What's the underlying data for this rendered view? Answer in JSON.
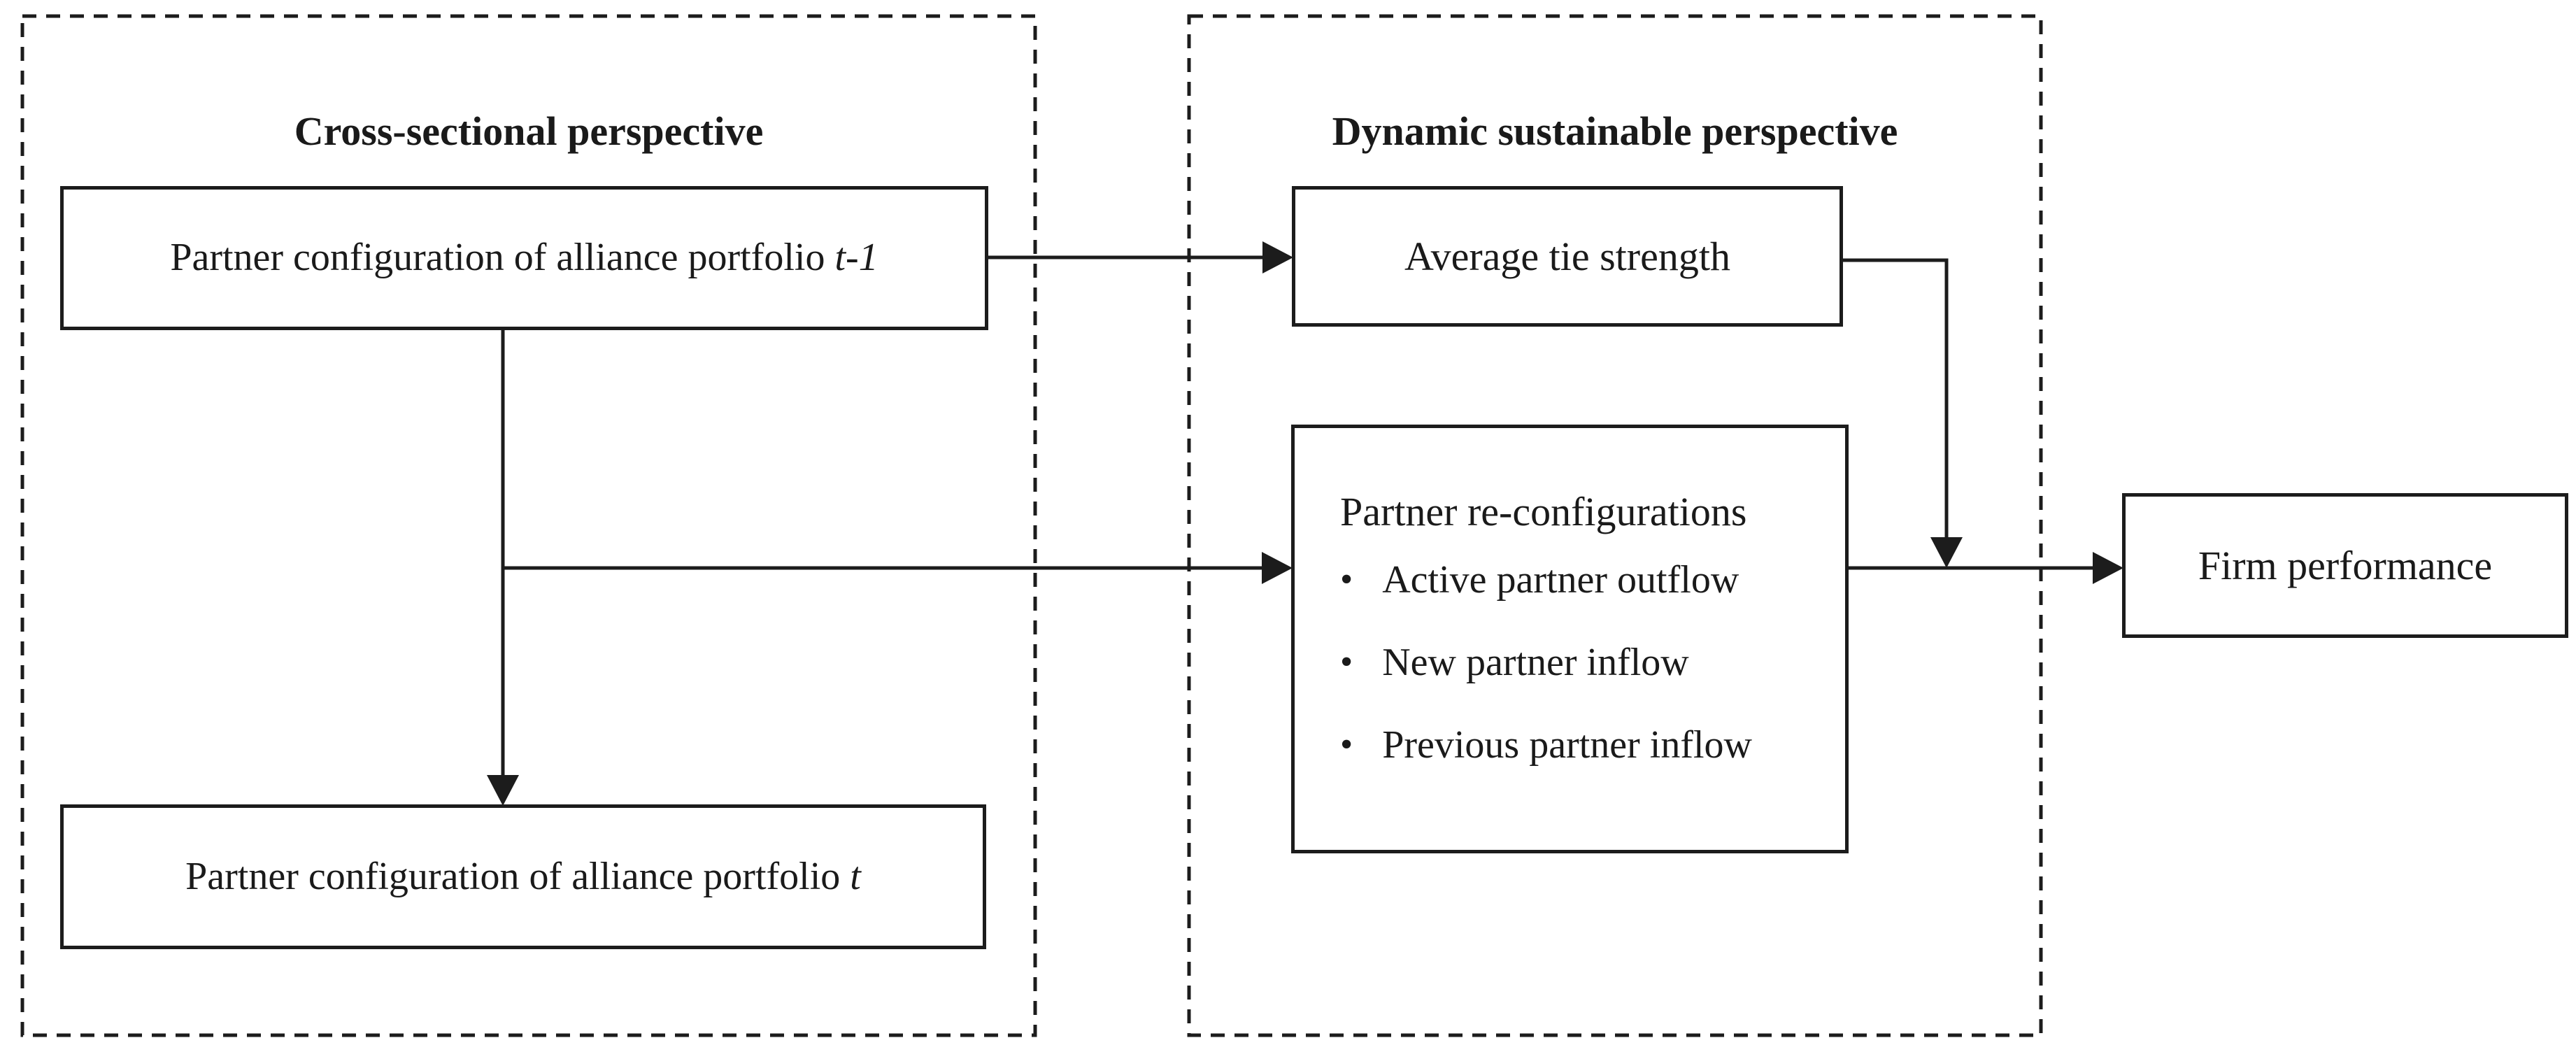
{
  "diagram": {
    "groups": [
      {
        "title": "Cross-sectional perspective",
        "boxes": [
          {
            "text": "Partner configuration of alliance portfolio",
            "emphasis": "t-1"
          },
          {
            "text": "Partner configuration of alliance portfolio",
            "emphasis": "t"
          }
        ]
      },
      {
        "title": "Dynamic sustainable perspective",
        "boxes": [
          {
            "label": "Average tie strength"
          },
          {
            "title": "Partner re-configurations",
            "bullets": [
              "Active partner outflow",
              "New partner inflow",
              "Previous partner inflow"
            ]
          }
        ]
      }
    ],
    "outcome": {
      "label": "Firm performance"
    },
    "bullet_glyph": "•",
    "colors": {
      "ink": "#1a1a1a",
      "background": "#ffffff"
    }
  }
}
